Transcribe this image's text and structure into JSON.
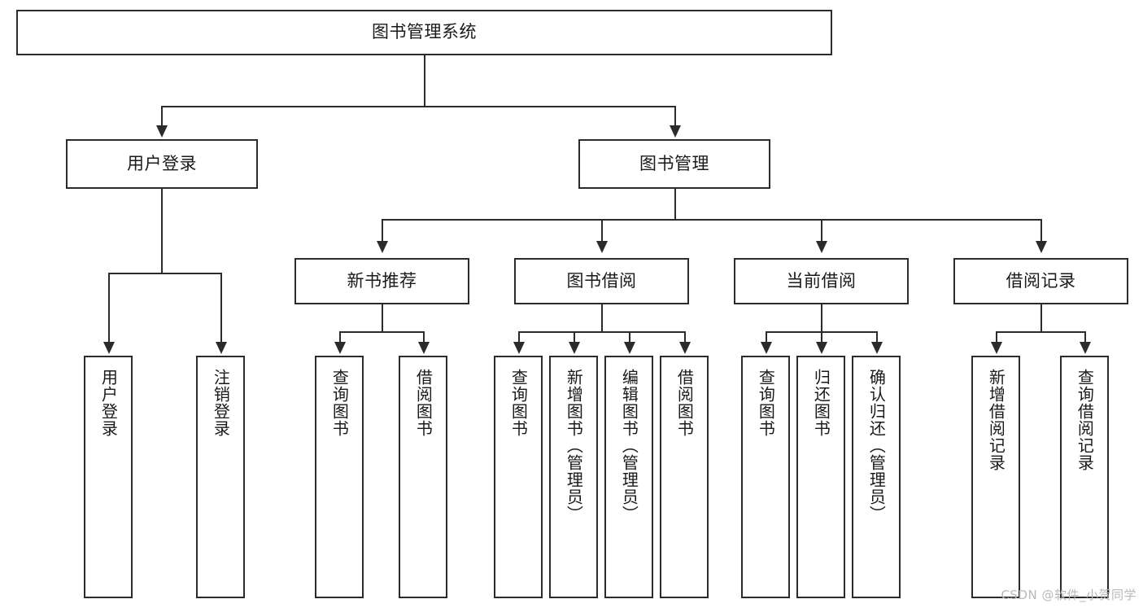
{
  "diagram": {
    "title": "图书管理系统",
    "root": {
      "label": "图书管理系统"
    },
    "level2": [
      {
        "label": "用户登录"
      },
      {
        "label": "图书管理"
      }
    ],
    "level3": [
      {
        "label": "新书推荐"
      },
      {
        "label": "图书借阅"
      },
      {
        "label": "当前借阅"
      },
      {
        "label": "借阅记录"
      }
    ],
    "leaves": {
      "user_login": [
        {
          "label": "用户登录"
        },
        {
          "label": "注销登录"
        }
      ],
      "new_book_recommend": [
        {
          "label": "查询图书"
        },
        {
          "label": "借阅图书"
        }
      ],
      "book_borrow": [
        {
          "label": "查询图书"
        },
        {
          "label": "新增图书（管理员）"
        },
        {
          "label": "编辑图书（管理员）"
        },
        {
          "label": "借阅图书"
        }
      ],
      "current_borrow": [
        {
          "label": "查询图书"
        },
        {
          "label": "归还图书"
        },
        {
          "label": "确认归还（管理员）"
        }
      ],
      "borrow_record": [
        {
          "label": "新增借阅记录"
        },
        {
          "label": "查询借阅记录"
        }
      ]
    }
  },
  "watermark": {
    "text": "CSDN @软件_小贺同学"
  },
  "colors": {
    "stroke": "#2b2b2b",
    "text": "#1a1a1a",
    "background": "#ffffff",
    "watermark": "#b9b9b9"
  }
}
